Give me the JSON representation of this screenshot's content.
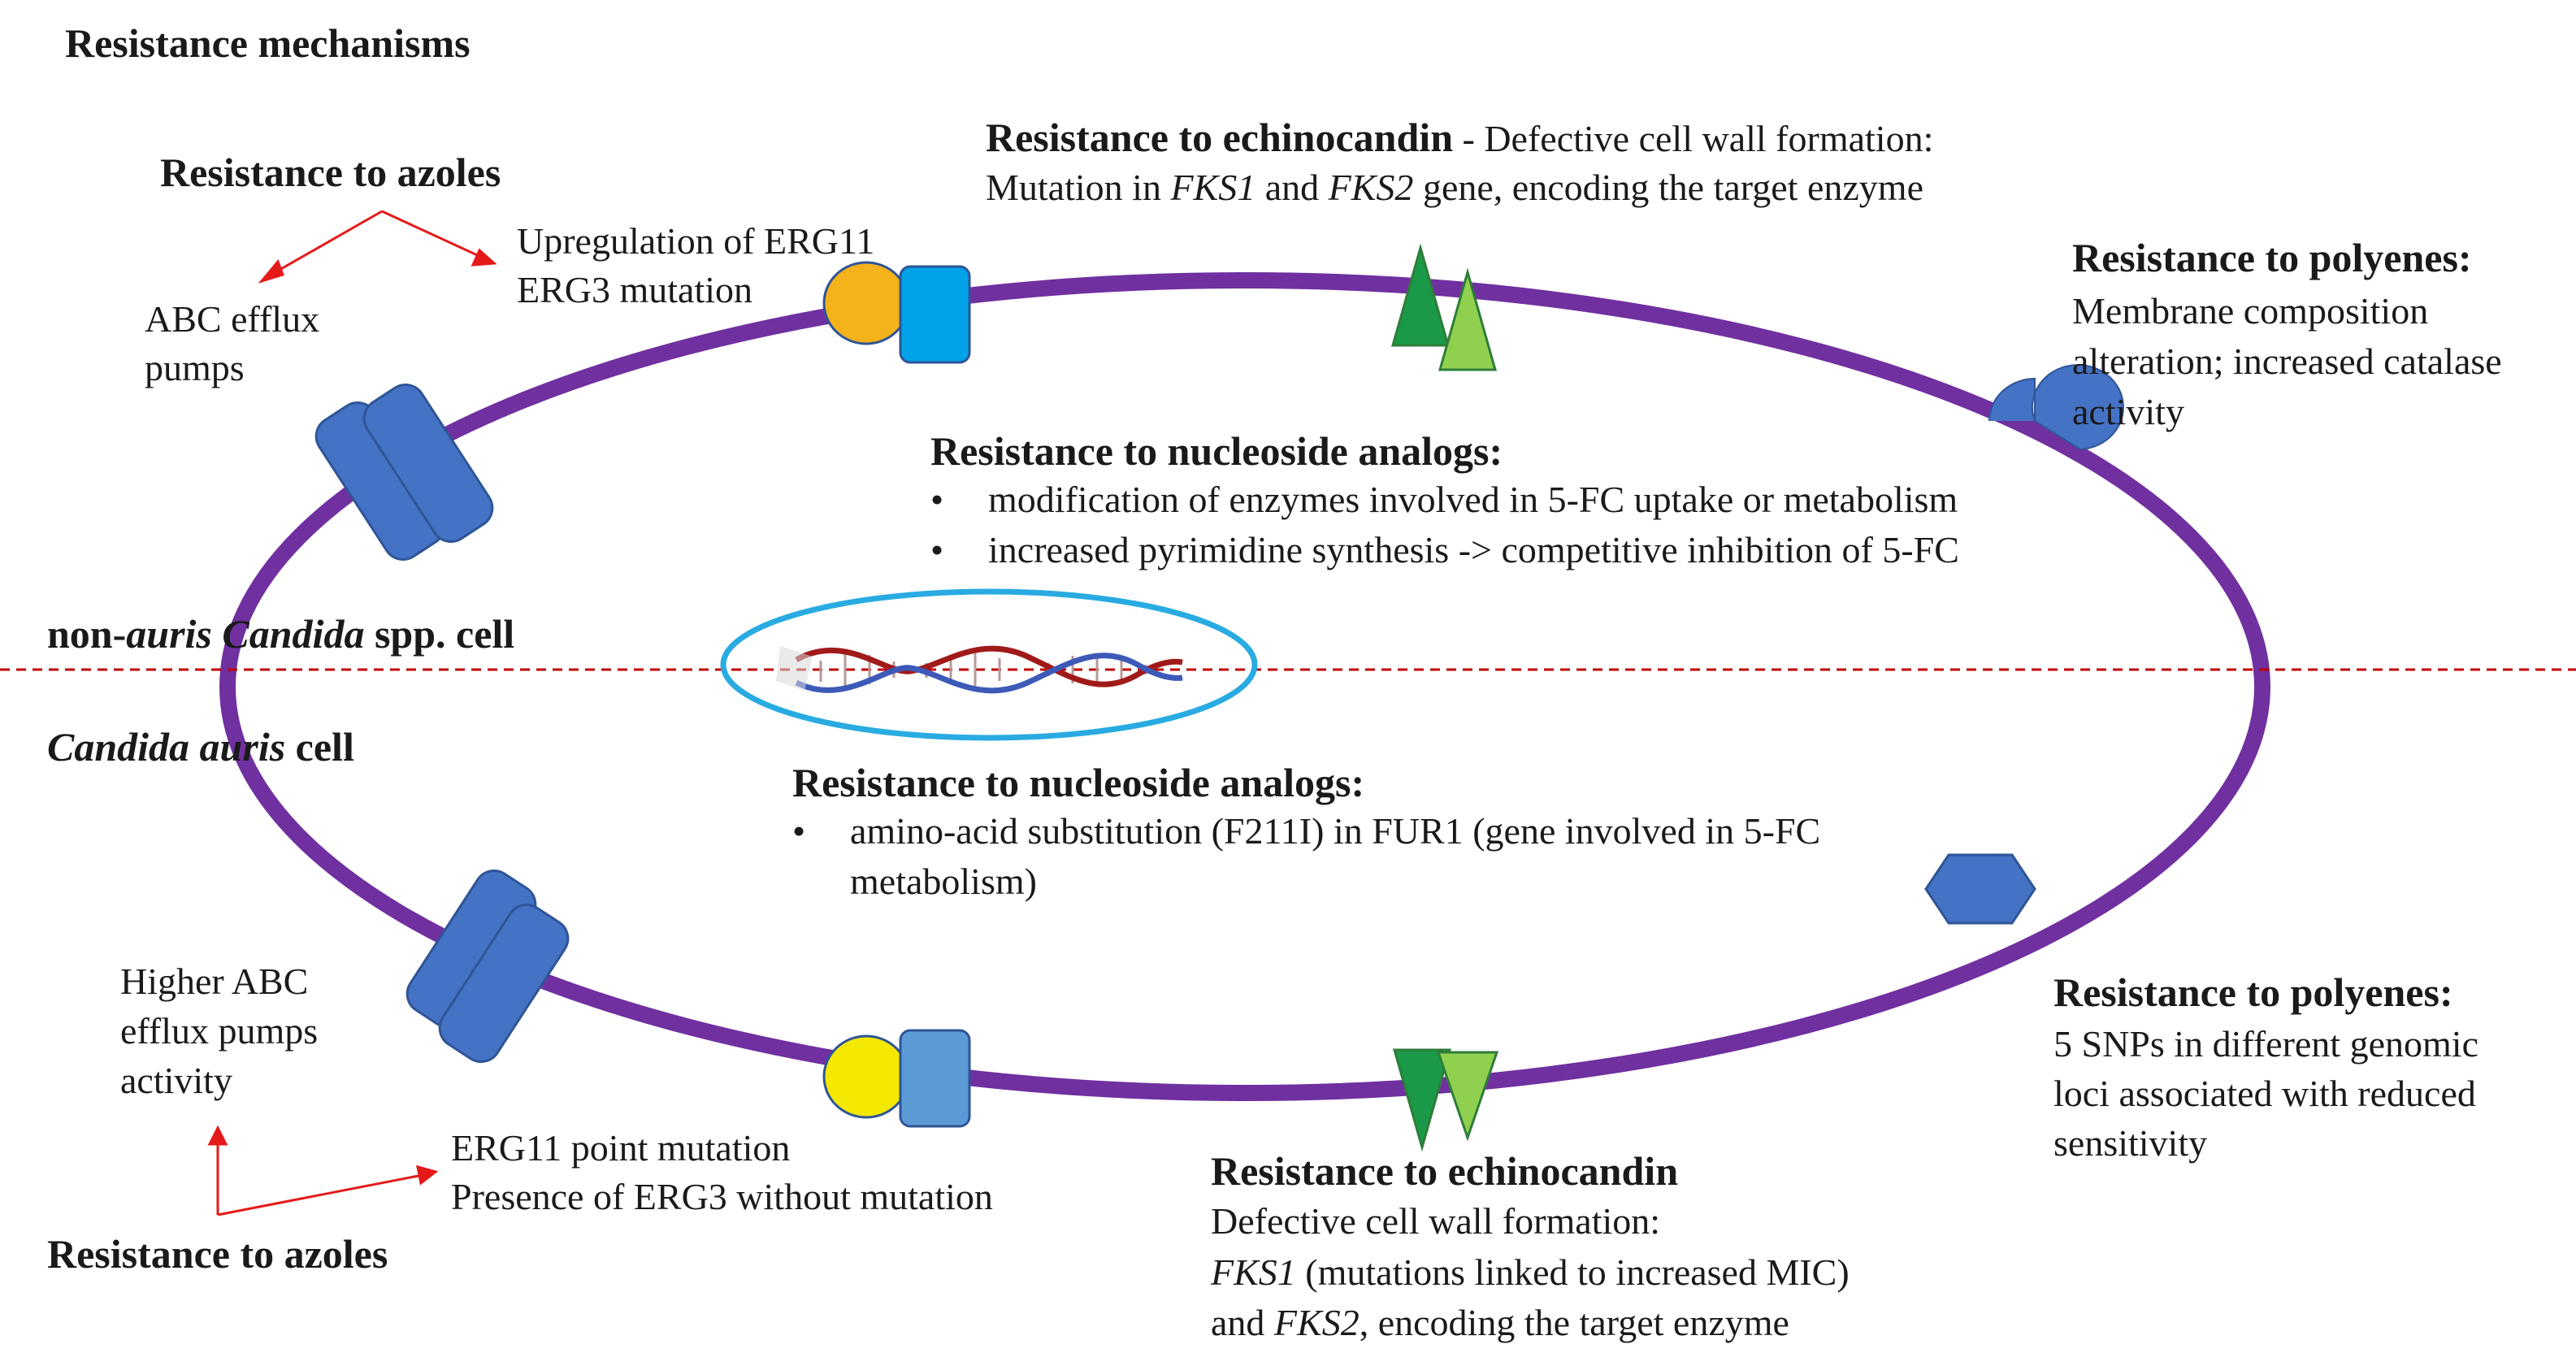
{
  "title": "Resistance mechanisms",
  "cells": {
    "non_auris_prefix": "non-",
    "non_auris_auris": "auris",
    "non_auris_suffix": " Candida",
    "non_auris_end": " spp. cell",
    "auris_italic": "Candida auris",
    "auris_end": " cell"
  },
  "top": {
    "azoles_heading": "Resistance to azoles",
    "abc_line1": "ABC efflux",
    "abc_line2": "pumps",
    "erg_line1": "Upregulation of ERG11",
    "erg_line2": "ERG3 mutation",
    "echino_heading": "Resistance to echinocandin",
    "echino_dash": " - Defective cell wall formation:",
    "echino_l2_a": "Mutation in ",
    "echino_l2_fks1": "FKS1",
    "echino_l2_and": " and ",
    "echino_l2_fks2": "FKS2",
    "echino_l2_end": " gene, encoding the target enzyme",
    "polyenes_heading": "Resistance to polyenes:",
    "polyenes_l1": "Membrane composition",
    "polyenes_l2": "alteration; increased catalase",
    "polyenes_l3": "activity",
    "nucleo_heading": "Resistance to nucleoside analogs:",
    "nucleo_b1": "modification of enzymes involved in 5-FC uptake or metabolism",
    "nucleo_b2": "increased pyrimidine synthesis -> competitive inhibition of 5-FC"
  },
  "bottom": {
    "nucleo_heading": "Resistance to nucleoside analogs:",
    "nucleo_b1_l1": "amino-acid substitution (F211I) in FUR1 (gene involved in 5-FC",
    "nucleo_b1_l2": "metabolism)",
    "abc_l1": "Higher ABC",
    "abc_l2": "efflux pumps",
    "abc_l3": "activity",
    "erg_l1": "ERG11 point mutation",
    "erg_l2": "Presence of ERG3 without mutation",
    "azoles_heading": "Resistance to azoles",
    "echino_heading": "Resistance to echinocandin",
    "echino_l1": "Defective cell wall formation:",
    "echino_l2_fks1": "FKS1",
    "echino_l2_rest": " (mutations linked to increased MIC)",
    "echino_l3_and": "and ",
    "echino_l3_fks2": "FKS2",
    "echino_l3_rest": ", encoding the target enzyme",
    "polyenes_heading": "Resistance to polyenes:",
    "polyenes_l1": "5 SNPs in different genomic",
    "polyenes_l2": "loci associated with reduced",
    "polyenes_l3": "sensitivity"
  },
  "bullet": "•",
  "colors": {
    "membrane": "#7030a0",
    "pump_blue": "#4472c4",
    "divider_red": "#c00000",
    "arrow_red": "#e41a1a",
    "nucleus_oval": "#29abe2",
    "dna_red": "#a11a1a",
    "dna_blue": "#3d5ab8",
    "erg_orange": "#f5b31b",
    "erg_yellow": "#f4e800",
    "cyan_box": "#00a2e8",
    "blue_box": "#5b9bd5",
    "tri_dark": "#1a9a48",
    "tri_light": "#8fd14f"
  },
  "icons": [
    "efflux-pump-icon",
    "erg-complex-icon",
    "fks-triangle-icon",
    "catalase-pacman-icon",
    "hexagon-icon",
    "dna-helix-icon"
  ]
}
